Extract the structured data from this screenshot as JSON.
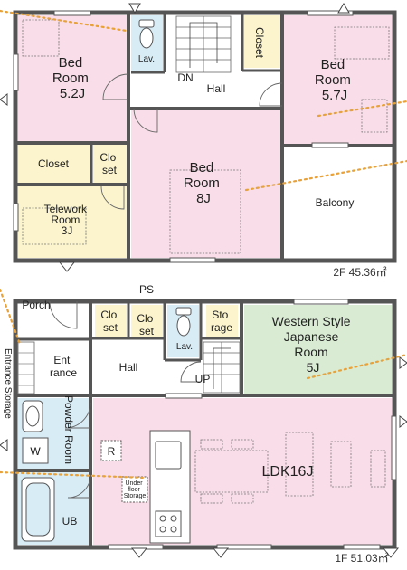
{
  "floor2": {
    "area_label": "2F 45.36㎡",
    "rooms": {
      "bed_nw": [
        "Bed",
        "Room",
        "5.2J"
      ],
      "lav": "Lav.",
      "stairs_dn": "DN",
      "hall": "Hall",
      "closet_top": "Closet",
      "bed_ne": [
        "Bed",
        "Room",
        "5.7J"
      ],
      "closet_left": "Closet",
      "closet_small": [
        "Clo",
        "set"
      ],
      "bed_center": [
        "Bed",
        "Room",
        "8J"
      ],
      "balcony": "Balcony",
      "telework": [
        "Telework",
        "Room",
        "3J"
      ]
    }
  },
  "floor1": {
    "area_label": "1F 51.03㎡",
    "rooms": {
      "porch": "Porch",
      "ps": "PS",
      "closet_a": [
        "Clo",
        "set"
      ],
      "closet_b": [
        "Clo",
        "set"
      ],
      "lav": "Lav.",
      "storage": [
        "Sto",
        "rage"
      ],
      "western": [
        "Western Style",
        "Japanese",
        "Room",
        "5J"
      ],
      "entrance": [
        "Ent",
        "rance"
      ],
      "entrance_storage": "Entrance Storage",
      "hall": "Hall",
      "stairs_up": "UP",
      "powder": "Powder Room",
      "washer": "W",
      "fridge": "R",
      "under_floor": [
        "Under",
        "floor",
        "Storage"
      ],
      "ldk": "LDK16J",
      "bath": "UB"
    }
  },
  "colors": {
    "pink": "#f9dde8",
    "green": "#d9ecd3",
    "yellow": "#fbf4cc",
    "blue": "#d8ecf6",
    "white": "#ffffff",
    "wall": "#555555",
    "view_dots": "#e8a23c"
  }
}
